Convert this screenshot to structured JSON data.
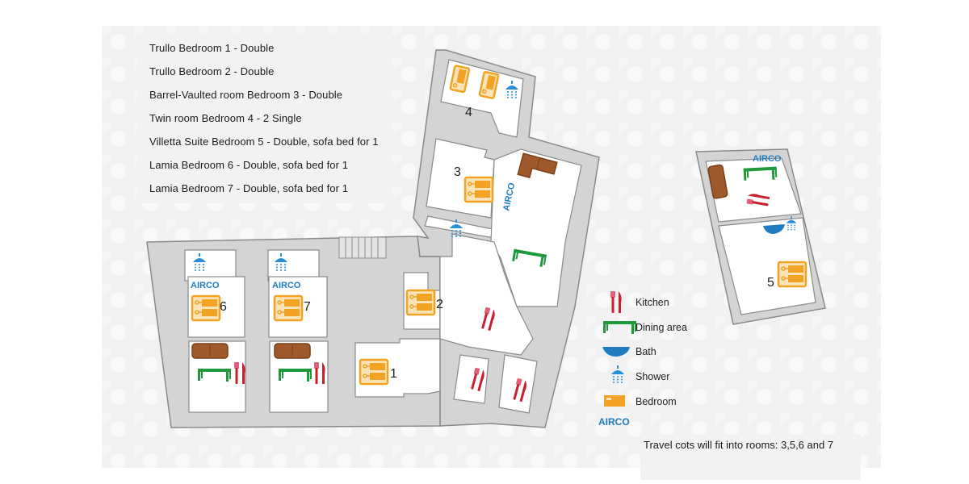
{
  "room_list": {
    "items": [
      {
        "label": "Trullo Bedroom 1  - Double"
      },
      {
        "label": "Trullo Bedroom 2  - Double"
      },
      {
        "label": "Barrel-Vaulted room Bedroom 3  - Double"
      },
      {
        "label": "Twin room Bedroom 4  - 2 Single"
      },
      {
        "label": "Villetta Suite Bedroom 5  - Double, sofa bed for 1"
      },
      {
        "label": "Lamia Bedroom 6  - Double, sofa bed for 1"
      },
      {
        "label": "Lamia Bedroom 7  - Double, sofa bed for 1"
      }
    ]
  },
  "floor_plan": {
    "room_numbers": [
      "1",
      "2",
      "3",
      "4",
      "5",
      "6",
      "7"
    ],
    "airco_label": "AIRCO"
  },
  "legend": {
    "items": [
      {
        "icon": "kitchen-icon",
        "label": "Kitchen",
        "color": "#c8202f"
      },
      {
        "icon": "dining-table-icon",
        "label": "Dining area",
        "color": "#1e9a3a"
      },
      {
        "icon": "bath-icon",
        "label": "Bath",
        "color": "#1f7cc0"
      },
      {
        "icon": "shower-icon",
        "label": "Shower",
        "color": "#2a8fd6"
      },
      {
        "icon": "bed-icon",
        "label": "Bedroom",
        "color": "#f3a323"
      }
    ],
    "airco_label": "AIRCO",
    "airco_color": "#1f7cc0"
  },
  "caption": {
    "text": "Travel cots will fit into rooms: 3,5,6 and 7"
  },
  "colors": {
    "wall": "#d4d4d4",
    "wall_outline": "#8a8a8a",
    "room_floor": "#ffffff",
    "sofa": "#a0592a",
    "background": "#f1f1f1"
  }
}
